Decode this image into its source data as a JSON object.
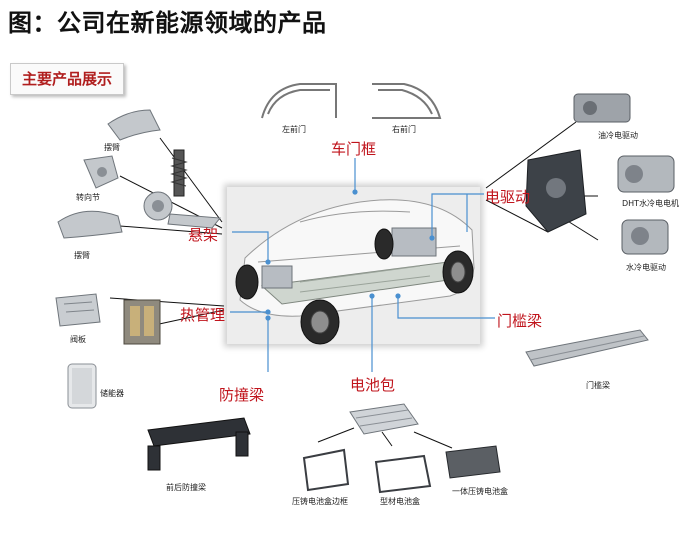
{
  "title": "图：公司在新能源领域的产品",
  "badge": "主要产品展示",
  "categories": {
    "door_frame": "车门框",
    "e_drive": "电驱动",
    "suspension": "悬架",
    "thermal": "热管理",
    "sill_beam": "门槛梁",
    "bumper_beam": "防撞梁",
    "battery_pack": "电池包"
  },
  "parts": {
    "swing_arm_top": "摆臂",
    "steering_knuckle": "转向节",
    "swing_arm_bottom": "摆臂",
    "left_front_door": "左前门",
    "right_front_door": "右前门",
    "oil_cooled_drive": "油冷电驱动",
    "dht_motor": "DHT水冷电电机",
    "water_cooled_drive": "水冷电驱动",
    "valve_plate": "阀板",
    "accumulator": "储能器",
    "sill_beam_part": "门槛梁",
    "bumper_beam_part": "前后防撞梁",
    "die_cast_frame": "压铸电池盒边框",
    "profile_box": "型材电池盒",
    "integrated_box": "一体压铸电池盒"
  },
  "colors": {
    "accent": "#c0141c",
    "leader": "#4a90d0"
  }
}
